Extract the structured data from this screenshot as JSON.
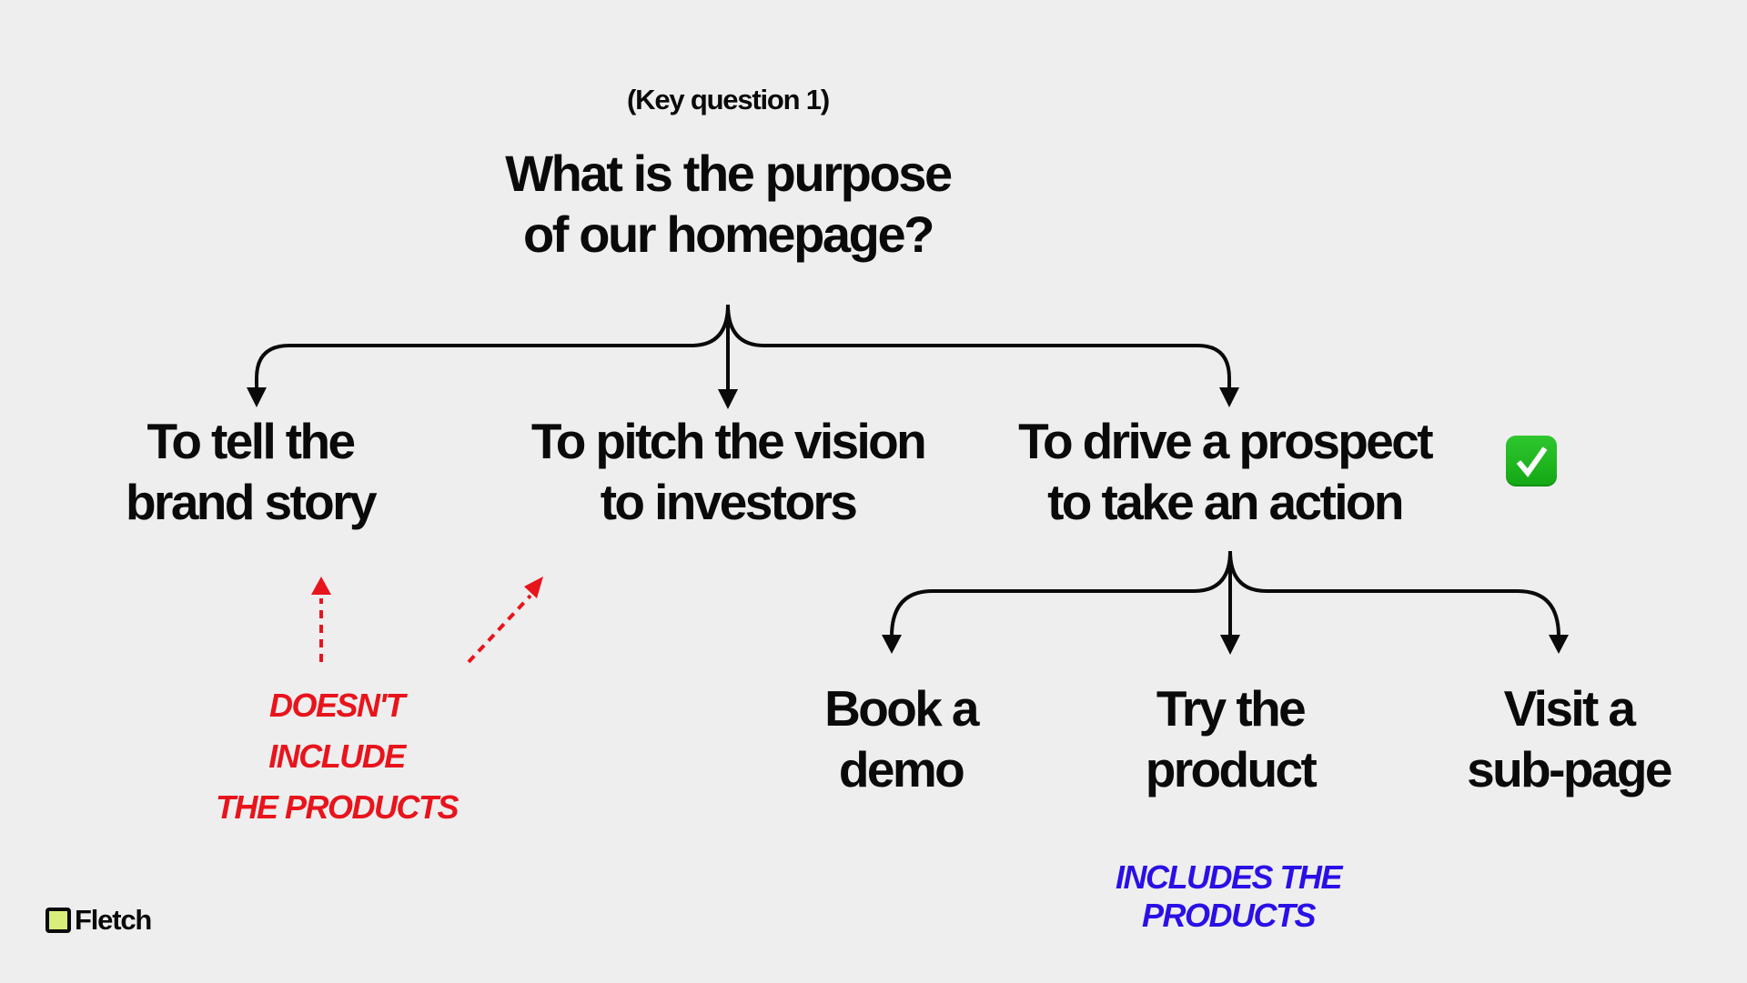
{
  "header": {
    "kicker": "(Key question 1)",
    "title_lines": [
      "What is the purpose",
      "of our homepage?"
    ]
  },
  "level1": [
    {
      "lines": [
        "To tell the",
        "brand story"
      ]
    },
    {
      "lines": [
        "To pitch the vision",
        "to investors"
      ]
    },
    {
      "lines": [
        "To drive a prospect",
        "to take an action"
      ],
      "marked": "check-mark-icon"
    }
  ],
  "level2": [
    {
      "lines": [
        "Book a",
        "demo"
      ]
    },
    {
      "lines": [
        "Try the",
        "product"
      ]
    },
    {
      "lines": [
        "Visit a",
        "sub-page"
      ]
    }
  ],
  "annotations": {
    "excludes": {
      "lines": [
        "Doesn't include",
        "the products"
      ],
      "color": "#e8141c"
    },
    "includes": {
      "text": "Includes the products",
      "color": "#2a10e6"
    }
  },
  "colors": {
    "background": "#eeeeee",
    "text": "#0a0a0a",
    "check": "#1fb81f",
    "logo_fill": "#d9ee7a"
  },
  "brand": {
    "name": "Fletch",
    "icon": "square-logo-icon"
  }
}
